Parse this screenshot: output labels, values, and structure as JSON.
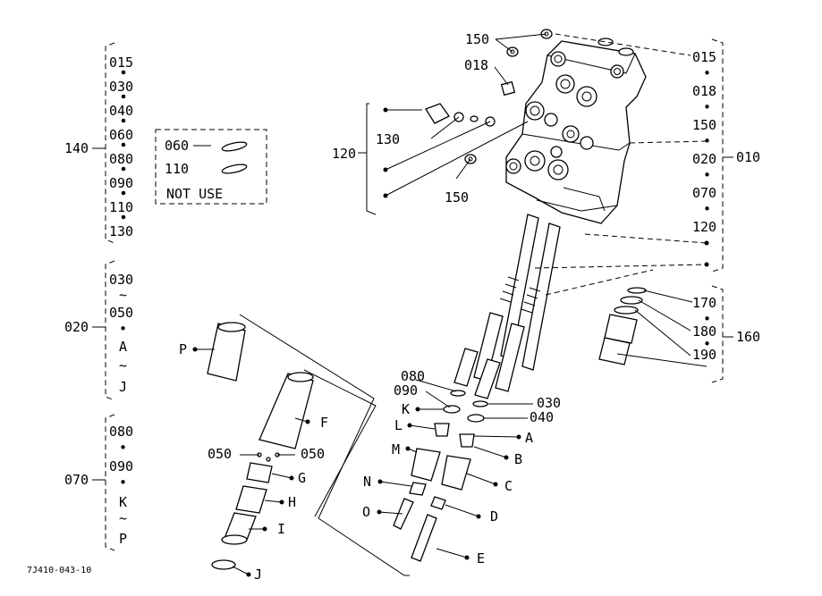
{
  "figure_code": "7J410-043-10",
  "left_groups": {
    "g140": {
      "id": "140",
      "items": [
        "015",
        "030",
        "040",
        "060",
        "080",
        "090",
        "110",
        "130"
      ]
    },
    "g020": {
      "id": "020",
      "items": [
        "030",
        "~",
        "050",
        "•",
        "A",
        "~",
        "J"
      ]
    },
    "g070": {
      "id": "070",
      "items": [
        "080",
        "•",
        "090",
        "•",
        "K",
        "~",
        "P"
      ]
    }
  },
  "notuse_box": {
    "r1": "060",
    "r2": "110",
    "r3": "NOT USE"
  },
  "right_group_010": {
    "id": "010",
    "items": [
      "015",
      "•",
      "018",
      "•",
      "150",
      "•",
      "020",
      "•",
      "070",
      "•",
      "120"
    ]
  },
  "right_group_160": {
    "id": "160",
    "items": [
      "170",
      "•",
      "180",
      "•",
      "190"
    ]
  },
  "callouts": {
    "c150a": "150",
    "c018": "018",
    "c130": "130",
    "c120": "120",
    "c150b": "150",
    "c080": "080",
    "c090": "090",
    "c030": "030",
    "c040": "040",
    "cK": "K",
    "cL": "L",
    "cM": "M",
    "cN": "N",
    "cO": "O",
    "cA": "A",
    "cB": "B",
    "cC": "C",
    "cD": "D",
    "cE": "E",
    "cP": "P",
    "cF": "F",
    "c050a": "050",
    "c050b": "050",
    "cG": "G",
    "cH": "H",
    "cI": "I",
    "cJ": "J"
  }
}
